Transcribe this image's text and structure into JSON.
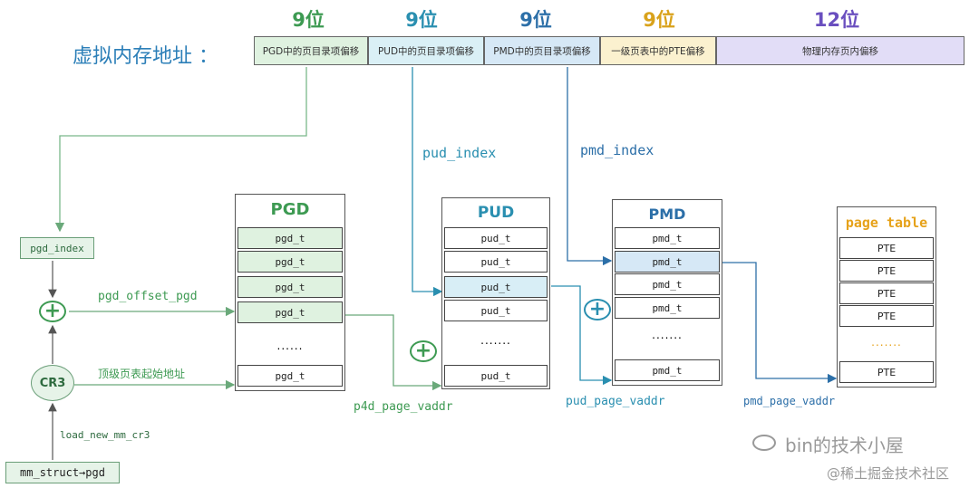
{
  "virtual_address": {
    "label": "虚拟内存地址 ：",
    "fields": [
      {
        "bits": "9位",
        "text": "PGD中的页目录项偏移",
        "color": "#dff2e0",
        "bits_color": "#3d9a52"
      },
      {
        "bits": "9位",
        "text": "PUD中的页目录项偏移",
        "color": "#daf0f6",
        "bits_color": "#2a8fb0"
      },
      {
        "bits": "9位",
        "text": "PMD中的页目录项偏移",
        "color": "#d6e8f6",
        "bits_color": "#2c6fa8"
      },
      {
        "bits": "9位",
        "text": "一级页表中的PTE偏移",
        "color": "#fbf1cf",
        "bits_color": "#d9a21b"
      },
      {
        "bits": "12位",
        "text": "物理内存页内偏移",
        "color": "#e2ddf7",
        "bits_color": "#6a4fbf"
      }
    ]
  },
  "labels": {
    "pud_index": "pud_index",
    "pmd_index": "pmd_index",
    "pgd_index": "pgd_index",
    "pgd_offset_pgd": "pgd_offset_pgd",
    "top_level_base": "顶级页表起始地址",
    "cr3": "CR3",
    "load_cr3": "load_new_mm_cr3",
    "mm_struct": "mm_struct→pgd",
    "p4d_page_vaddr": "p4d_page_vaddr",
    "pud_page_vaddr": "pud_page_vaddr",
    "pmd_page_vaddr": "pmd_page_vaddr"
  },
  "tables": {
    "pgd": {
      "title": "PGD",
      "entries": [
        "pgd_t",
        "pgd_t",
        "pgd_t",
        "pgd_t",
        "pgd_t"
      ],
      "dots": "......"
    },
    "pud": {
      "title": "PUD",
      "entries": [
        "pud_t",
        "pud_t",
        "pud_t",
        "pud_t",
        "pud_t"
      ],
      "dots": "......."
    },
    "pmd": {
      "title": "PMD",
      "entries": [
        "pmd_t",
        "pmd_t",
        "pmd_t",
        "pmd_t",
        "pmd_t"
      ],
      "dots": "......."
    },
    "pte": {
      "title": "page table",
      "entries": [
        "PTE",
        "PTE",
        "PTE",
        "PTE",
        "PTE"
      ],
      "dots": "......."
    }
  },
  "plus_symbol": "+",
  "watermark": {
    "account": "bin的技术小屋",
    "site": "@稀土掘金技术社区"
  },
  "colors": {
    "green": "#3d9a52",
    "green_dark": "#2d6a3e",
    "teal": "#2a8fb0",
    "blue": "#2c6fa8",
    "orange": "#e6a21a",
    "purple": "#6a4fbf",
    "selected_pud": "#d8eef6",
    "selected_pmd": "#d6e8f6",
    "selected_pgd": "#dff2e0"
  }
}
